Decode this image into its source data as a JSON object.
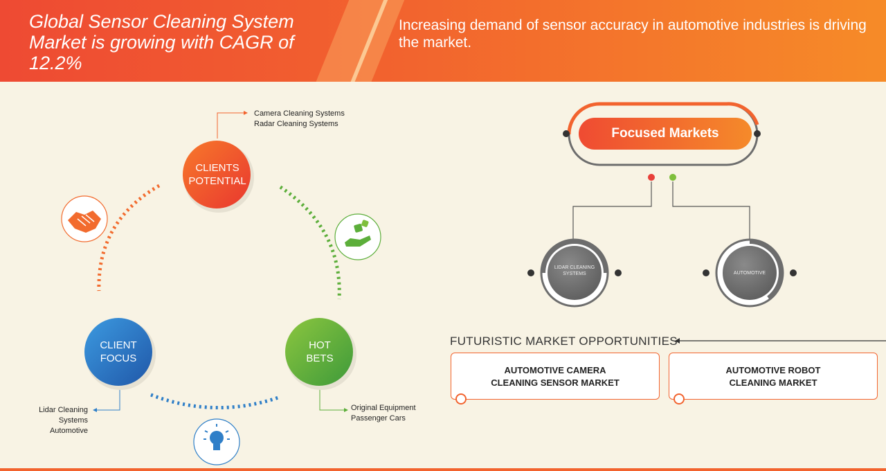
{
  "header": {
    "title": "Global Sensor Cleaning System Market is growing with CAGR of 12.2%",
    "subtitle": "Increasing demand of sensor accuracy in automotive industries is driving the market."
  },
  "cycle": {
    "clients_potential": {
      "label_line1": "CLIENTS",
      "label_line2": "POTENTIAL",
      "notes": [
        "Camera Cleaning Systems",
        "Radar Cleaning Systems"
      ]
    },
    "client_focus": {
      "label_line1": "CLIENT",
      "label_line2": "FOCUS",
      "notes": [
        "Lidar Cleaning",
        "Systems",
        "Automotive"
      ]
    },
    "hot_bets": {
      "label_line1": "HOT",
      "label_line2": "BETS",
      "notes": [
        "Original Equipment",
        "Passenger Cars"
      ]
    },
    "icons": [
      "handshake-icon",
      "dice-hand-icon",
      "lightbulb-icon"
    ]
  },
  "focused_markets": {
    "title": "Focused Markets",
    "left_circle": "LIDAR CLEANING SYSTEMS",
    "right_circle": "AUTOMOTIVE"
  },
  "futuristic": {
    "title": "FUTURISTIC MARKET OPPORTUNITIES",
    "boxes": [
      {
        "line1": "AUTOMOTIVE CAMERA",
        "line2": "CLEANING SENSOR MARKET"
      },
      {
        "line1": "AUTOMOTIVE ROBOT",
        "line2": "CLEANING MARKET"
      }
    ]
  },
  "colors": {
    "orange": "#f2632e",
    "green": "#5cae3a",
    "blue": "#2f7fc8",
    "grey": "#6d6d6d"
  }
}
